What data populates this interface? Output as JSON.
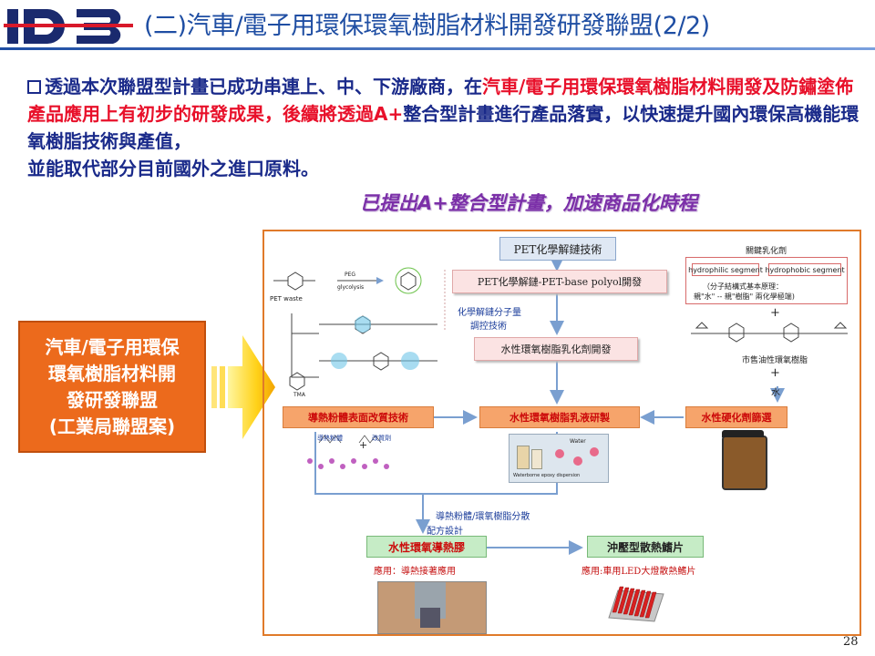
{
  "header": {
    "logo_text": "iD3",
    "title": "(二)汽車/電子用環保環氧樹脂材料開發研發聯盟(2/2)"
  },
  "paragraph": {
    "part1": "透過本次聯盟型計畫已成功串連上、中、下游廠商，在",
    "part2": "汽車/電子用環保環氧樹脂材料開發及防鏽塗佈產品應用上有初步的研發成果，後續將透過",
    "part3": "A+",
    "part4": "整合型計畫進行產品落實，以快速提升國內環保高機能環氧樹脂技術與產值，",
    "part5": "並能取代部分目前國外之進口原料。"
  },
  "subtitle": "已提出A+整合型計畫，加速商品化時程",
  "left_box": {
    "line1": "汽車/電子用環保",
    "line2": "環氧樹脂材料開",
    "line3": "發研發聯盟",
    "line4": "(工業局聯盟案)"
  },
  "diagram": {
    "pet_tech": "PET化學解鏈技術",
    "pet_polyol": "PET化學解鏈-PET-base polyol開發",
    "mol_ctrl_1": "化學解鏈分子量",
    "mol_ctrl_2": "調控技術",
    "emulsifier_dev": "水性環氧樹脂乳化劑開發",
    "key_emulsifier": "關鍵乳化劑",
    "hydrophilic": "hydrophilic segment",
    "hydrophobic": "hydrophobic segment",
    "principle_1": "（分子結構式基本原理：",
    "principle_2": "親\"水\" -- 親\"樹脂\" 兩化學極端)",
    "plus": "+",
    "commercial_resin": "市售油性環氧樹脂",
    "water": "水",
    "surface_mod": "導熱粉體表面改質技術",
    "emulsion_dev": "水性環氧樹脂乳液研製",
    "hardener": "水性硬化劑篩選",
    "powder_label": "導熱粉體",
    "modifier_label": "改質劑",
    "dispersion_1": "導熱粉體/環氧樹脂分散",
    "dispersion_2": "配方設計",
    "thermal_glue": "水性環氧導熱膠",
    "fin": "沖壓型散熱鰭片",
    "app1": "應用：導熱接著應用",
    "app2": "應用:車用LED大燈散熱鰭片",
    "pet_waste": "PET waste",
    "glycolysis": "glycolysis",
    "peg": "PEG",
    "tma": "TMA",
    "water_label": "Water",
    "dispersion_label": "Waterborne epoxy dispersion"
  },
  "page_number": "28",
  "colors": {
    "title_blue": "#1f4ea3",
    "text_navy": "#1a2a8a",
    "highlight_red": "#e8102a",
    "subtitle_purple": "#7b2fa8",
    "box_orange": "#ec6a1c",
    "frame_orange": "#e07a2a"
  }
}
